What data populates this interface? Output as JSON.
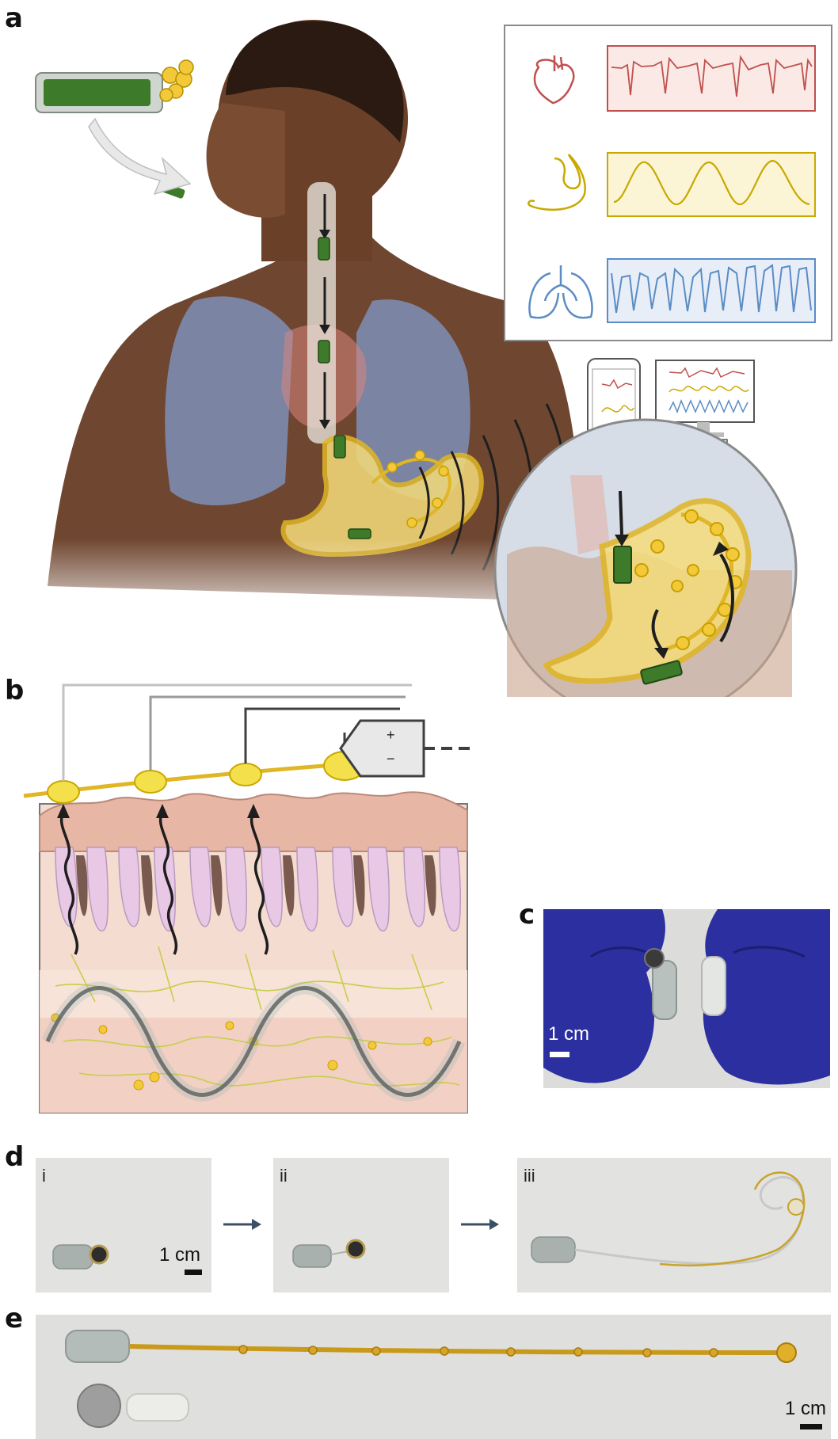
{
  "panels": {
    "a": {
      "letter": "a"
    },
    "b": {
      "letter": "b",
      "amplifier_plus": "+",
      "amplifier_minus": "−"
    },
    "c": {
      "letter": "c",
      "scale_label": "1 cm"
    },
    "d": {
      "letter": "d",
      "steps": [
        "i",
        "ii",
        "iii"
      ],
      "scale_label": "1 cm"
    },
    "e": {
      "letter": "e",
      "scale_label": "1 cm"
    }
  },
  "signals": [
    {
      "organ": "heart-icon",
      "color": "#c0504d",
      "bg": "#fbe9e5"
    },
    {
      "organ": "stomach-icon",
      "color": "#c9a800",
      "bg": "#fbf5d6"
    },
    {
      "organ": "lungs-icon",
      "color": "#5b8cc4",
      "bg": "#e7eef8"
    }
  ],
  "colors": {
    "device_gold": "#e6b422",
    "glove_blue": "#2b2fa0",
    "arrow_dark": "#3b5064"
  }
}
